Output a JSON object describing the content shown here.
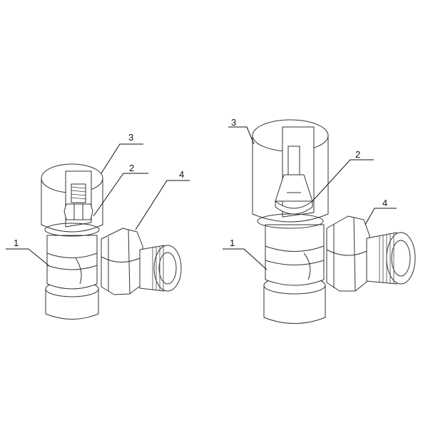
{
  "diagram": {
    "left_valve": {
      "labels": {
        "l1": "1",
        "l2": "2",
        "l3": "3",
        "l4": "4"
      }
    },
    "right_valve": {
      "labels": {
        "l1": "1",
        "l2": "2",
        "l3": "3",
        "l4": "4"
      }
    }
  }
}
